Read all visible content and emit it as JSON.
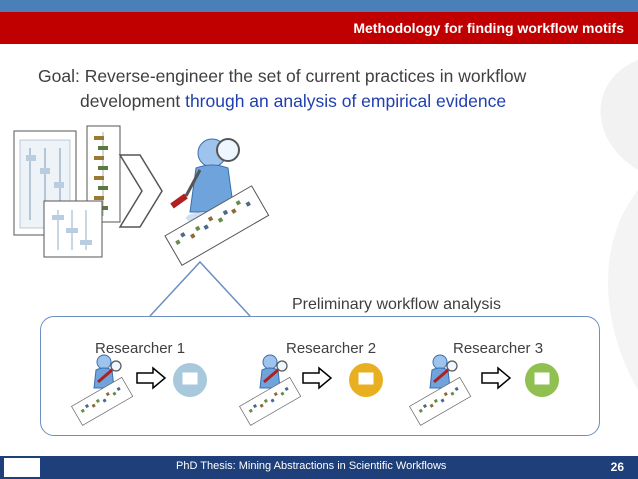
{
  "slide": {
    "title": "Methodology for finding workflow motifs",
    "goal_line1": "Goal: Reverse-engineer the set of current practices in workflow",
    "goal_line2_prefix": "development ",
    "goal_line2_emph": "through an analysis of empirical evidence",
    "prelim_label": "Preliminary workflow analysis",
    "researchers": [
      "Researcher 1",
      "Researcher 2",
      "Researcher 3"
    ]
  },
  "footer": {
    "text": "PhD Thesis: Mining Abstractions in Scientific Workflows",
    "page_number": "26"
  },
  "colors": {
    "title_bar": "#c00000",
    "top_strip": "#4a7fb8",
    "footer_bar": "#1f3f7a",
    "emphasis": "#1f3fb0",
    "box_border": "#6b8fbf"
  },
  "icons": [
    "workflow-diagram-icon",
    "chevron-right-icon",
    "researcher-magnifier-icon",
    "arrow-right-icon",
    "book-icon"
  ]
}
